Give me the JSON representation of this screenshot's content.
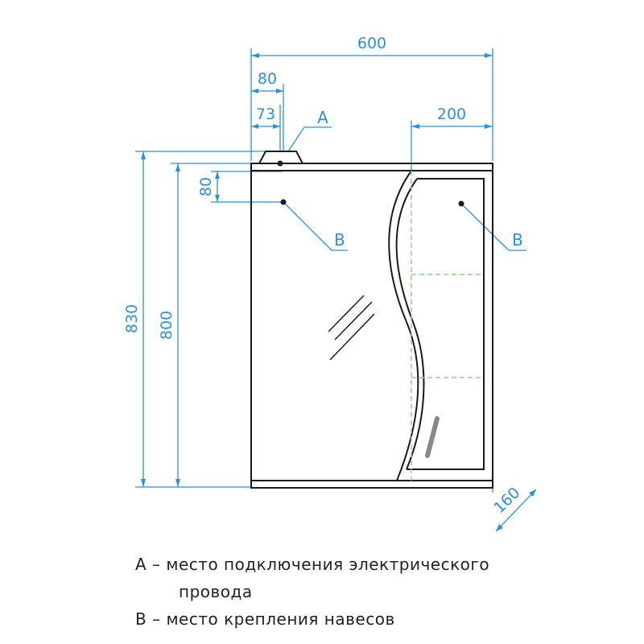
{
  "dimensions": {
    "overall_width": "600",
    "a_offset_80": "80",
    "a_offset_73": "73",
    "shelf_width": "200",
    "hanger_offset": "80",
    "total_height": "830",
    "body_height": "800",
    "depth": "160"
  },
  "callouts": {
    "a": "A",
    "b_left": "B",
    "b_right": "B"
  },
  "legend": {
    "a_letter": "А",
    "a_dash": "–",
    "a_text_line1": "место подключения электрического",
    "a_text_line2": "провода",
    "b_letter": "В",
    "b_dash": "–",
    "b_text": "место крепления навесов"
  },
  "colors": {
    "dimension": "#2f8fd6",
    "outline": "#1a1a1a",
    "shelf_dashed": "#8fd18a"
  }
}
